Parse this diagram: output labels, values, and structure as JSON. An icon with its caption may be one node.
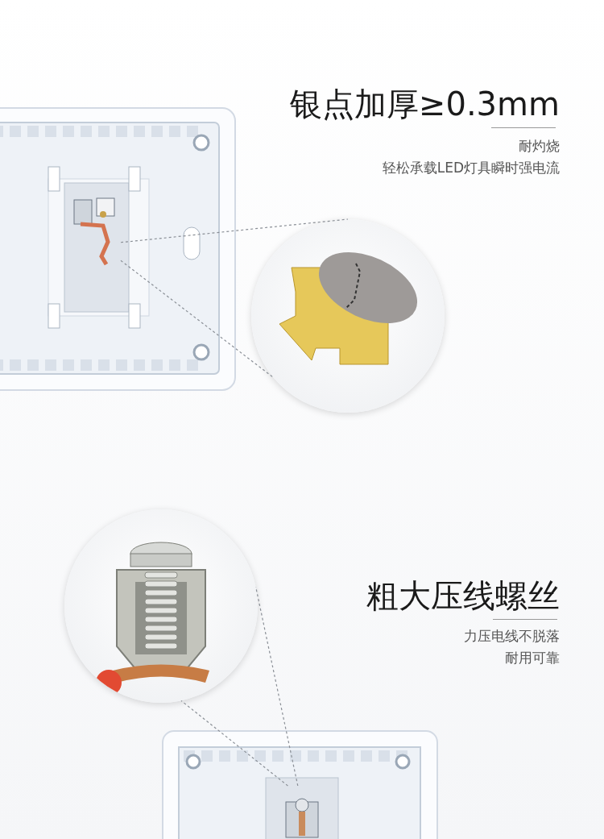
{
  "diagram": {
    "nodes": [
      {
        "text": [],
        "shape": "picture"
      },
      {
        "text": [],
        "shape": "picture",
        "in": 0
      },
      {
        "text": [],
        "shape": "circle"
      },
      {
        "text": [],
        "shape": "picture"
      },
      {
        "text": [],
        "shape": "picture",
        "in": 3
      },
      {
        "text": [],
        "shape": "circle"
      }
    ],
    "edges": [
      {
        "from": 1,
        "to": 2,
        "arrow": "none",
        "style": "dashed"
      },
      {
        "from": 1,
        "to": 2,
        "arrow": "none",
        "style": "dashed"
      },
      {
        "from": 4,
        "to": 5,
        "arrow": "none",
        "style": "dashed"
      },
      {
        "from": 4,
        "to": 5,
        "arrow": "none",
        "style": "dashed"
      }
    ],
    "labels": [
      "银点加厚≥0.3mm",
      "耐灼烧",
      "轻松承载LED灯具瞬时强电流",
      "粗大压线螺丝",
      "力压电线不脱落",
      "耐用可靠"
    ]
  }
}
